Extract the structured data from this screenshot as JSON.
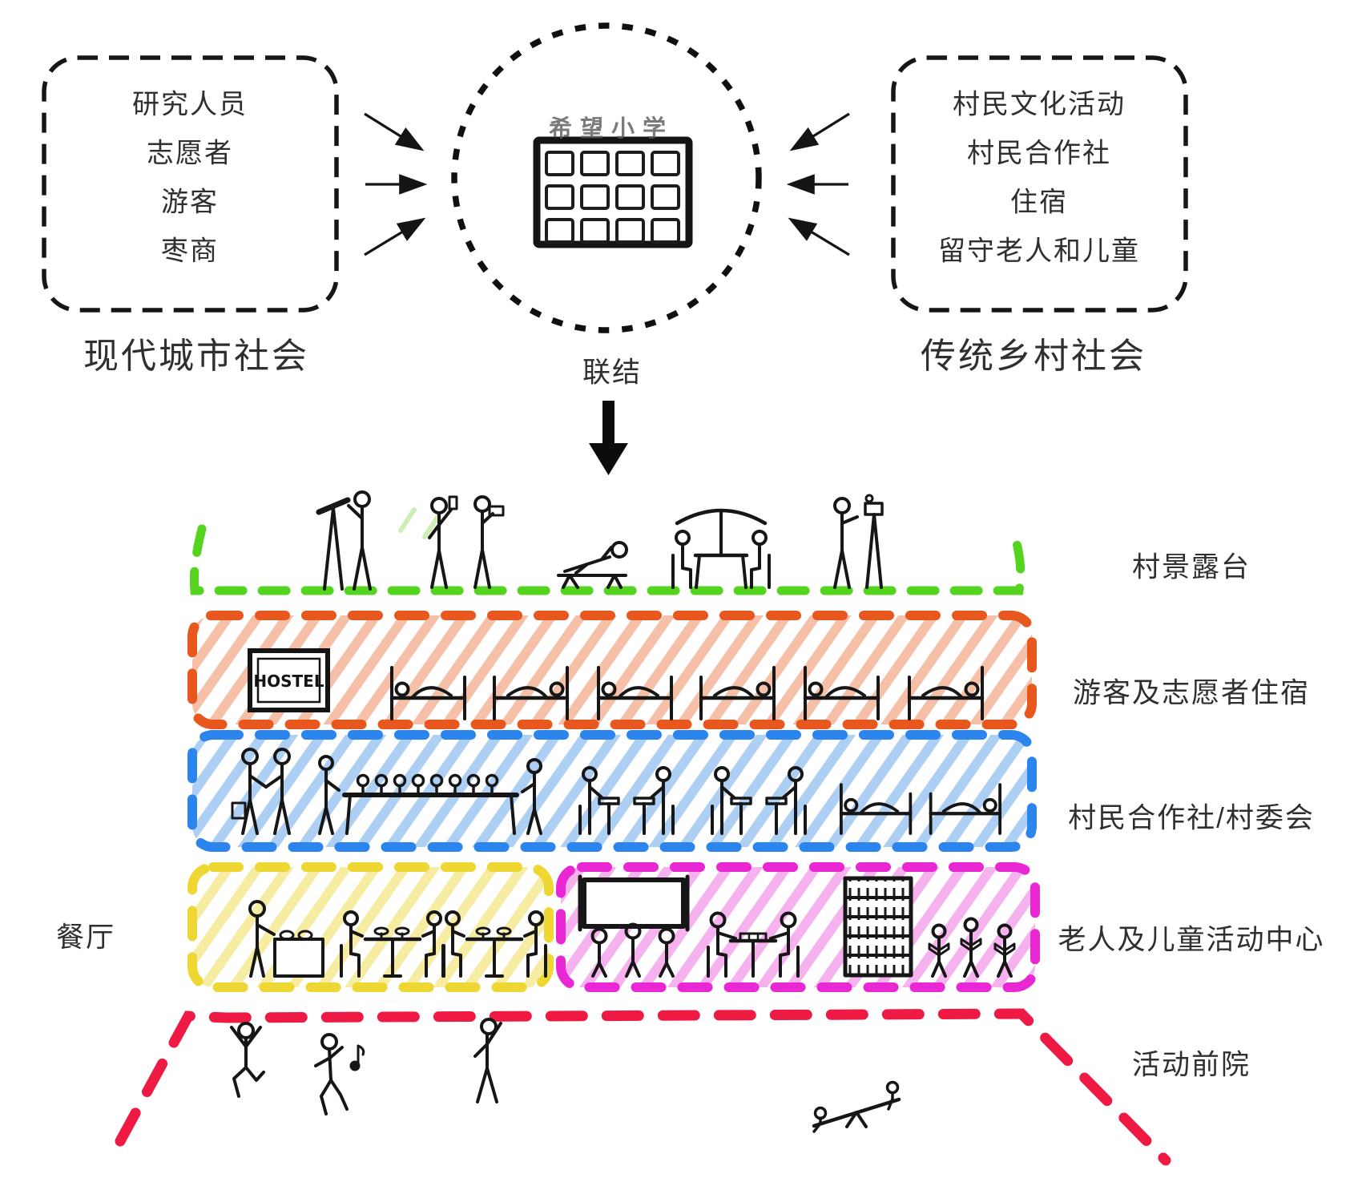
{
  "top": {
    "left_box": {
      "items": [
        "研究人员",
        "志愿者",
        "游客",
        "枣商"
      ],
      "label": "现代城市社会"
    },
    "center": {
      "icon": "school-building",
      "caption": "希望小学",
      "label": "联结"
    },
    "right_box": {
      "items": [
        "村民文化活动",
        "村民合作社",
        "住宿",
        "留守老人和儿童"
      ],
      "label": "传统乡村社会"
    }
  },
  "floors": {
    "terrace": {
      "label": "村景露台",
      "color": "#54d41f",
      "icons": [
        "telescope-viewer",
        "selfie-taker",
        "photographer",
        "sunbather",
        "parasol-table",
        "videographer"
      ]
    },
    "hostel": {
      "label": "游客及志愿者住宿",
      "sign": "HOSTEL",
      "color": "#e8571d",
      "hatch": "#f6c0a8",
      "icons": [
        "hostel-sign",
        "sleeper-bed",
        "sleeper-bed",
        "sleeper-bed",
        "sleeper-bed",
        "sleeper-bed",
        "sleeper-bed"
      ]
    },
    "coop": {
      "label": "村民合作社/村委会",
      "color": "#2b85ec",
      "hatch": "#aecff4",
      "icons": [
        "handshake-pair",
        "meeting-table",
        "work-desks",
        "work-desks",
        "sleeper-bed",
        "sleeper-bed"
      ]
    },
    "dining": {
      "label": "餐厅",
      "color": "#eed633",
      "hatch": "#f6eca2",
      "icons": [
        "cook-counter",
        "dining-table",
        "dining-table"
      ]
    },
    "activity": {
      "label": "老人及儿童活动中心",
      "color": "#e928d3",
      "hatch": "#f5b2ee",
      "icons": [
        "projection-screen",
        "audience",
        "board-game-players",
        "bookshelf",
        "reading-children"
      ]
    },
    "yard": {
      "label": "活动前院",
      "color": "#ee1a43",
      "icons": [
        "jumping-person",
        "dancing-person",
        "exercising-person",
        "seesaw"
      ]
    }
  }
}
